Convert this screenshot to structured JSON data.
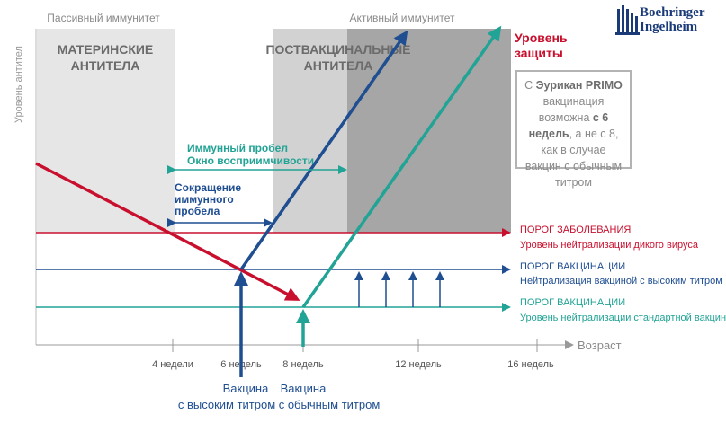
{
  "axis": {
    "y_label": "Уровень антител",
    "x_label": "Возраст"
  },
  "x_ticks": [
    "4 недели",
    "6 недель",
    "8 недель",
    "12 недель",
    "16 недель"
  ],
  "regions": {
    "passive_title": "Пассивный иммунитет",
    "active_title": "Активный иммунитет",
    "maternal_line1": "МАТЕРИНСКИЕ",
    "maternal_line2": "АНТИТЕЛА",
    "postvax_line1": "ПОСТВАКЦИНАЛЬНЫЕ",
    "postvax_line2": "АНТИТЕЛА"
  },
  "protection_level": {
    "line1": "Уровень",
    "line2": "защиты"
  },
  "gap": {
    "line1": "Иммунный пробел",
    "line2": "Окно восприимчивости"
  },
  "gap_reduction": {
    "line1": "Сокращение",
    "line2": "иммунного",
    "line3": "пробела"
  },
  "thresholds": {
    "disease_title": "ПОРОГ ЗАБОЛЕВАНИЯ",
    "disease_sub": "Уровень нейтрализации дикого вируса",
    "high_title": "ПОРОГ ВАКЦИНАЦИИ",
    "high_sub": "Нейтрализация вакциной с высоким титром",
    "std_title": "ПОРОГ ВАКЦИНАЦИИ",
    "std_sub": "Уровень нейтрализации стандартной вакциной"
  },
  "vaccines": {
    "high_line1": "Вакцина",
    "high_line2": "с высоким титром",
    "std_line1": "Вакцина",
    "std_line2": "с обычным титром"
  },
  "info_box": {
    "p1": "С ",
    "brand": "Эурикан PRIMO",
    "p2": " вакцинация возможна ",
    "bold2": "с 6 недель",
    "p3": ", а не с 8, как в случае вакцин с обычным титром"
  },
  "logo": {
    "line1": "Boehringer",
    "line2": "Ingelheim"
  },
  "colors": {
    "red": "#c8102e",
    "blue": "#1f4e91",
    "teal": "#21a395",
    "grey_light": "#e6e6e6",
    "grey_mid": "#d2d2d2",
    "grey_dark": "#a6a6a6"
  }
}
